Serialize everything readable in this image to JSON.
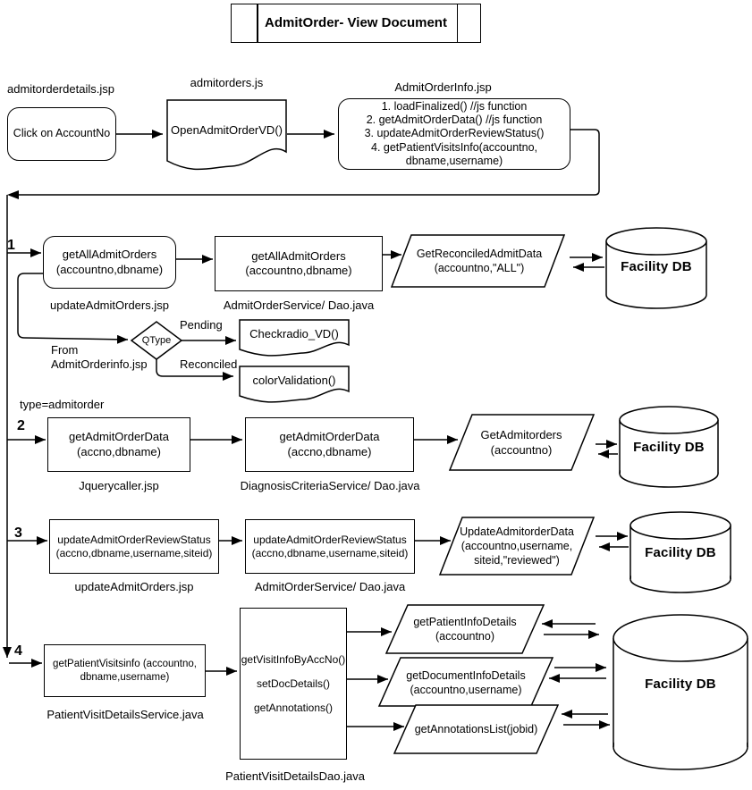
{
  "title": "AdmitOrder- View Document",
  "facility_db_label": "Facility DB",
  "top": {
    "jsp_label": "admitorderdetails.jsp",
    "click_box": "Click on AccountNo",
    "js_label": "admitorders.js",
    "js_doc": "OpenAdmitOrderVD()",
    "info_label": "AdmitOrderInfo.jsp",
    "info_box": "1. loadFinalized() //js function\n2. getAdmitOrderData() //js function\n3. updateAdmitOrderReviewStatus()\n4. getPatientVisitsInfo(accountno,\ndbname,username)"
  },
  "row1": {
    "num": "1",
    "box1": "getAllAdmitOrders\n(accountno,dbname)",
    "box1_label": "updateAdmitOrders.jsp",
    "box2": "getAllAdmitOrders\n(accountno,dbname)",
    "box2_label": "AdmitOrderService/ Dao.java",
    "query": "GetReconciledAdmitData\n(accountno,\"ALL\")"
  },
  "qtype": {
    "from_label": "From\nAdmitOrderinfo.jsp",
    "diamond": "QType",
    "branch_pending": "Pending",
    "pending_doc": "Checkradio_VD()",
    "branch_reconciled": "Reconciled",
    "reconciled_doc": "colorValidation()",
    "type_label": "type=admitorder"
  },
  "row2": {
    "num": "2",
    "box1": "getAdmitOrderData\n(accno,dbname)",
    "box1_label": "Jquerycaller.jsp",
    "box2": "getAdmitOrderData\n(accno,dbname)",
    "box2_label": "DiagnosisCriteriaService/ Dao.java",
    "query": "GetAdmitorders\n(accountno)"
  },
  "row3": {
    "num": "3",
    "box1": "updateAdmitOrderReviewStatus\n(accno,dbname,username,siteid)",
    "box1_label": "updateAdmitOrders.jsp",
    "box2": "updateAdmitOrderReviewStatus\n(accno,dbname,username,siteid)",
    "box2_label": "AdmitOrderService/ Dao.java",
    "query": "UpdateAdmitorderData\n(accountno,username,\nsiteid,\"reviewed\")"
  },
  "row4": {
    "num": "4",
    "box1": "getPatientVisitsinfo (accountno,\ndbname,username)",
    "box1_label": "PatientVisitDetailsService.java",
    "dao_functions": "getVisitInfoByAccNo()\nsetDocDetails()\ngetAnnotations()",
    "dao_label": "PatientVisitDetailsDao.java",
    "query1": "getPatientInfoDetails\n(accountno)",
    "query2": "getDocumentInfoDetails\n(accountno,username)",
    "query3": "getAnnotationsList(jobid)"
  }
}
